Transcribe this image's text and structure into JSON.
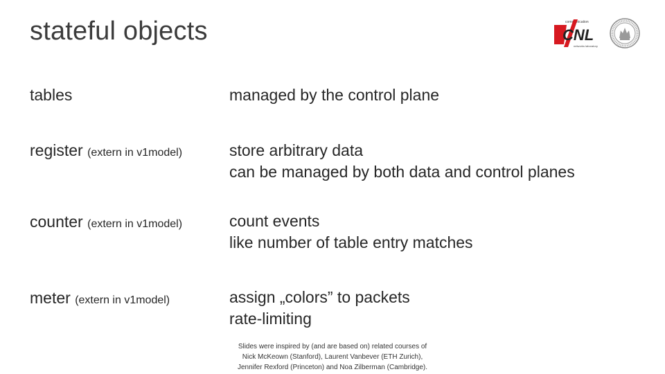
{
  "slide": {
    "title": "stateful objects"
  },
  "logos": {
    "left": {
      "name": "CNL communication networks laboratory logo",
      "text_top": "communication",
      "text_main": "CNL",
      "text_bottom": "networks laboratory",
      "accent": "#d71920"
    },
    "right": {
      "name": "university seal logo",
      "color": "#8a8a8a"
    }
  },
  "rows": [
    {
      "term": "tables",
      "note": "",
      "desc": [
        "managed by the control plane"
      ]
    },
    {
      "term": "register",
      "note": "(extern in v1model)",
      "desc": [
        "store arbitrary data",
        "can be managed by both data and control planes"
      ]
    },
    {
      "term": "counter",
      "note": "(extern in v1model)",
      "desc": [
        "count events",
        "like number of table entry matches"
      ]
    },
    {
      "term": "meter",
      "note": "(extern in v1model)",
      "desc": [
        "assign „colors” to packets",
        "rate-limiting"
      ]
    }
  ],
  "footer": {
    "lines": [
      "Slides were inspired by (and are based on) related courses of",
      "Nick McKeown (Stanford), Laurent Vanbever (ETH Zurich),",
      "Jennifer Rexford (Princeton) and Noa Zilberman (Cambridge)."
    ]
  }
}
